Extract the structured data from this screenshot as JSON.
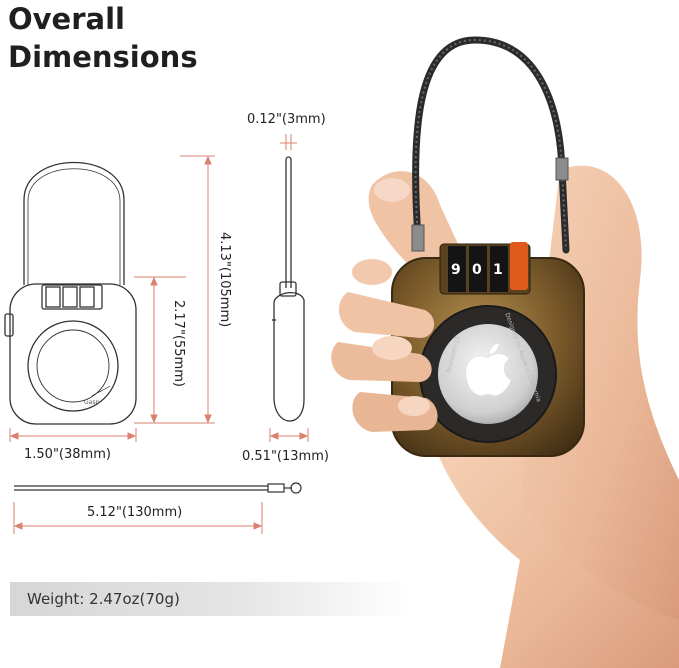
{
  "title": {
    "line1": "Overall",
    "line2": "Dimensions"
  },
  "dimensions": {
    "thickness_shackle": "0.12\"(3mm)",
    "total_height": "4.13\"(105mm)",
    "body_height": "2.17\"(55mm)",
    "body_width": "1.50\"(38mm)",
    "body_depth": "0.51\"(13mm)",
    "cable_length": "5.12\"(130mm)"
  },
  "lock_dials": [
    "9",
    "0",
    "1"
  ],
  "airtag_texts": {
    "ring_right": "Designed by Apple in California",
    "ring_left": "Bluetooth LE"
  },
  "weight": {
    "label": "Weight: 2.47oz(70g)"
  },
  "colors": {
    "dimension_line": "#d9826f",
    "outline": "#333333",
    "brass": "#7a5a2a",
    "skin": "#efc3a4"
  }
}
